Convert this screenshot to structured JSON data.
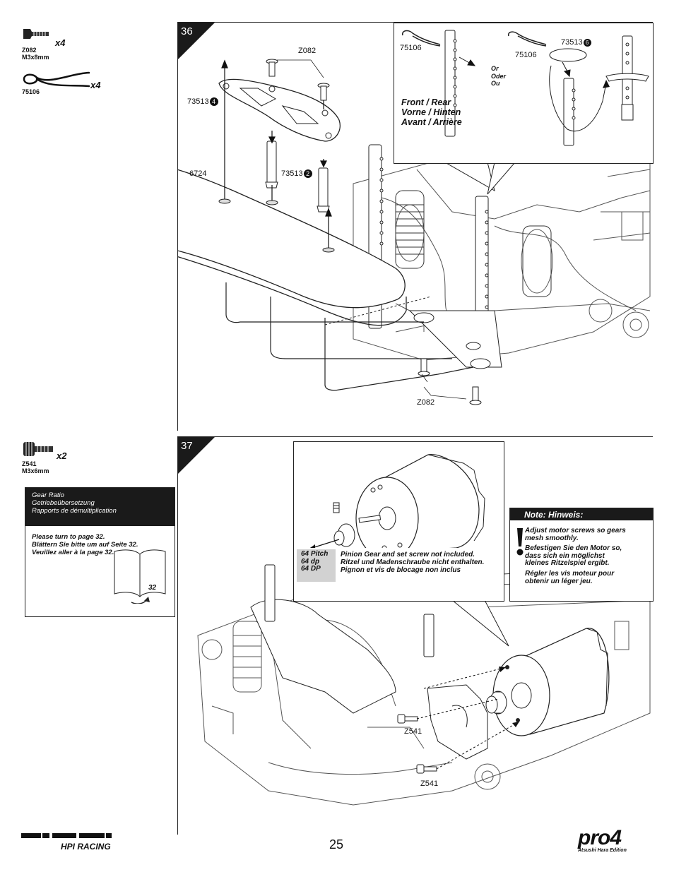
{
  "page": {
    "number": "25"
  },
  "brand": {
    "left_logo": "HPI RACING",
    "right_logo": "pro4",
    "right_subtitle": "Atsushi Hara Edition"
  },
  "step36": {
    "number": "36",
    "parts": [
      {
        "code": "Z082",
        "size": "M3x8mm",
        "qty": "x4"
      },
      {
        "code": "75106",
        "size": "",
        "qty": "x4"
      }
    ],
    "callouts": {
      "screw_top": "Z082",
      "plate": "73513",
      "plate_index": "4",
      "bumper": "6724",
      "posts": "73513",
      "posts_index": "2",
      "screw_bottom": "Z082"
    },
    "detail": {
      "clip_left": "75106",
      "clip_right": "75106",
      "washer": "73513",
      "washer_index": "6",
      "or_text": [
        "Or",
        "Oder",
        "Ou"
      ],
      "front_rear": [
        "Front / Rear",
        "Vorne / Hinten",
        "Avant / Arrière"
      ]
    }
  },
  "step37": {
    "number": "37",
    "parts": [
      {
        "code": "Z541",
        "size": "M3x6mm",
        "qty": "x2"
      }
    ],
    "gear_ratio": {
      "head": [
        "Gear Ratio",
        "Getriebeübersetzung",
        "Rapports de démultiplication"
      ],
      "body": [
        "Please turn to page 32.",
        "Blättern Sie bitte um auf Seite 32.",
        "Veuillez aller à la page 32."
      ],
      "book_page": "32"
    },
    "pinion": {
      "pitch": [
        "64 Pitch",
        "64 dp",
        "64 DP"
      ],
      "text": [
        "Pinion Gear and set screw not included.",
        "Ritzel und Madenschraube nicht enthalten.",
        "Pignon et vis de blocage non inclus"
      ]
    },
    "note": {
      "head": "Note:    Hinweis:",
      "lines": [
        [
          "Adjust motor screws so gears",
          "mesh smoothly."
        ],
        [
          "Befestigen Sie den Motor so,",
          "dass sich ein möglichst",
          "kleines Ritzelspiel ergibt."
        ],
        [
          "Régler les vis moteur pour",
          "obtenir un léger jeu."
        ]
      ]
    },
    "callouts": {
      "screw_a": "Z541",
      "screw_b": "Z541"
    }
  }
}
